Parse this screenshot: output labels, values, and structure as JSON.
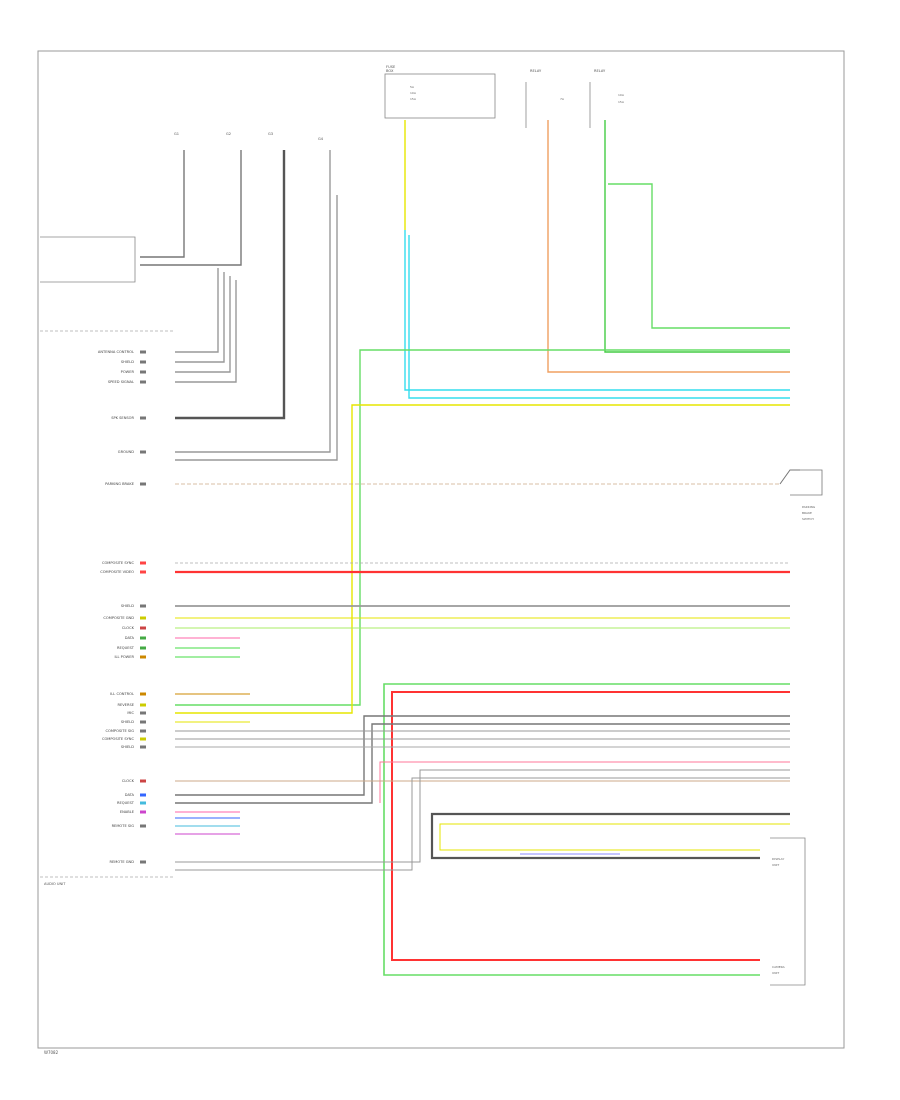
{
  "diagram": {
    "footer_code": "W7082",
    "top_components": {
      "fuse_box_left": [
        "FUSE",
        "BOX",
        "5A",
        "10A",
        "15A"
      ],
      "relay_left": [
        "RELAY",
        "7A"
      ],
      "relay_right": [
        "RELAY",
        "10A",
        "15A"
      ]
    },
    "ground_labels": [
      "G1",
      "G2",
      "G3",
      "G4"
    ],
    "left_unit_label": "AUDIO UNIT",
    "left_pins": [
      {
        "label": "ANTENNA CONTROL",
        "color": "#777777"
      },
      {
        "label": "SHIELD",
        "color": "#777777"
      },
      {
        "label": "POWER",
        "color": "#777777"
      },
      {
        "label": "SPEED SIGNAL",
        "color": "#777777"
      },
      {
        "label": "SPK SENSOR",
        "color": "#777777"
      },
      {
        "label": "GROUND",
        "color": "#777777"
      },
      {
        "label": "PARKING BRAKE",
        "color": "#777777"
      },
      {
        "label": "COMPOSITE SYNC",
        "color": "#ff4444"
      },
      {
        "label": "COMPOSITE VIDEO",
        "color": "#ff4444"
      },
      {
        "label": "SHIELD",
        "color": "#777777"
      },
      {
        "label": "COMPOSITE GND",
        "color": "#cccc00"
      },
      {
        "label": "CLOCK",
        "color": "#cc4444"
      },
      {
        "label": "DATA",
        "color": "#44aa44"
      },
      {
        "label": "REQUEST",
        "color": "#44aa44"
      },
      {
        "label": "ILL POWER",
        "color": "#cc8800"
      },
      {
        "label": "ILL CONTROL",
        "color": "#cc8800"
      },
      {
        "label": "REVERSE",
        "color": "#cccc00"
      },
      {
        "label": "MIC",
        "color": "#777777"
      },
      {
        "label": "SHIELD",
        "color": "#777777"
      },
      {
        "label": "COMPOSITE SIG",
        "color": "#777777"
      },
      {
        "label": "COMPOSITE SYNC",
        "color": "#cccc00"
      },
      {
        "label": "SHIELD",
        "color": "#777777"
      },
      {
        "label": "CLOCK",
        "color": "#cc4444"
      },
      {
        "label": "DATA",
        "color": "#3366ff"
      },
      {
        "label": "REQUEST",
        "color": "#44bbdd"
      },
      {
        "label": "ENABLE",
        "color": "#cc44cc"
      },
      {
        "label": "REMOTE SIG",
        "color": "#777777"
      },
      {
        "label": "REMOTE GND",
        "color": "#777777"
      }
    ],
    "right_components": {
      "switch": [
        "PARKING",
        "BRAKE",
        "SWITCH"
      ],
      "camera": [
        "CAMERA",
        "UNIT"
      ],
      "display": [
        "DISPLAY",
        "UNIT"
      ]
    }
  }
}
